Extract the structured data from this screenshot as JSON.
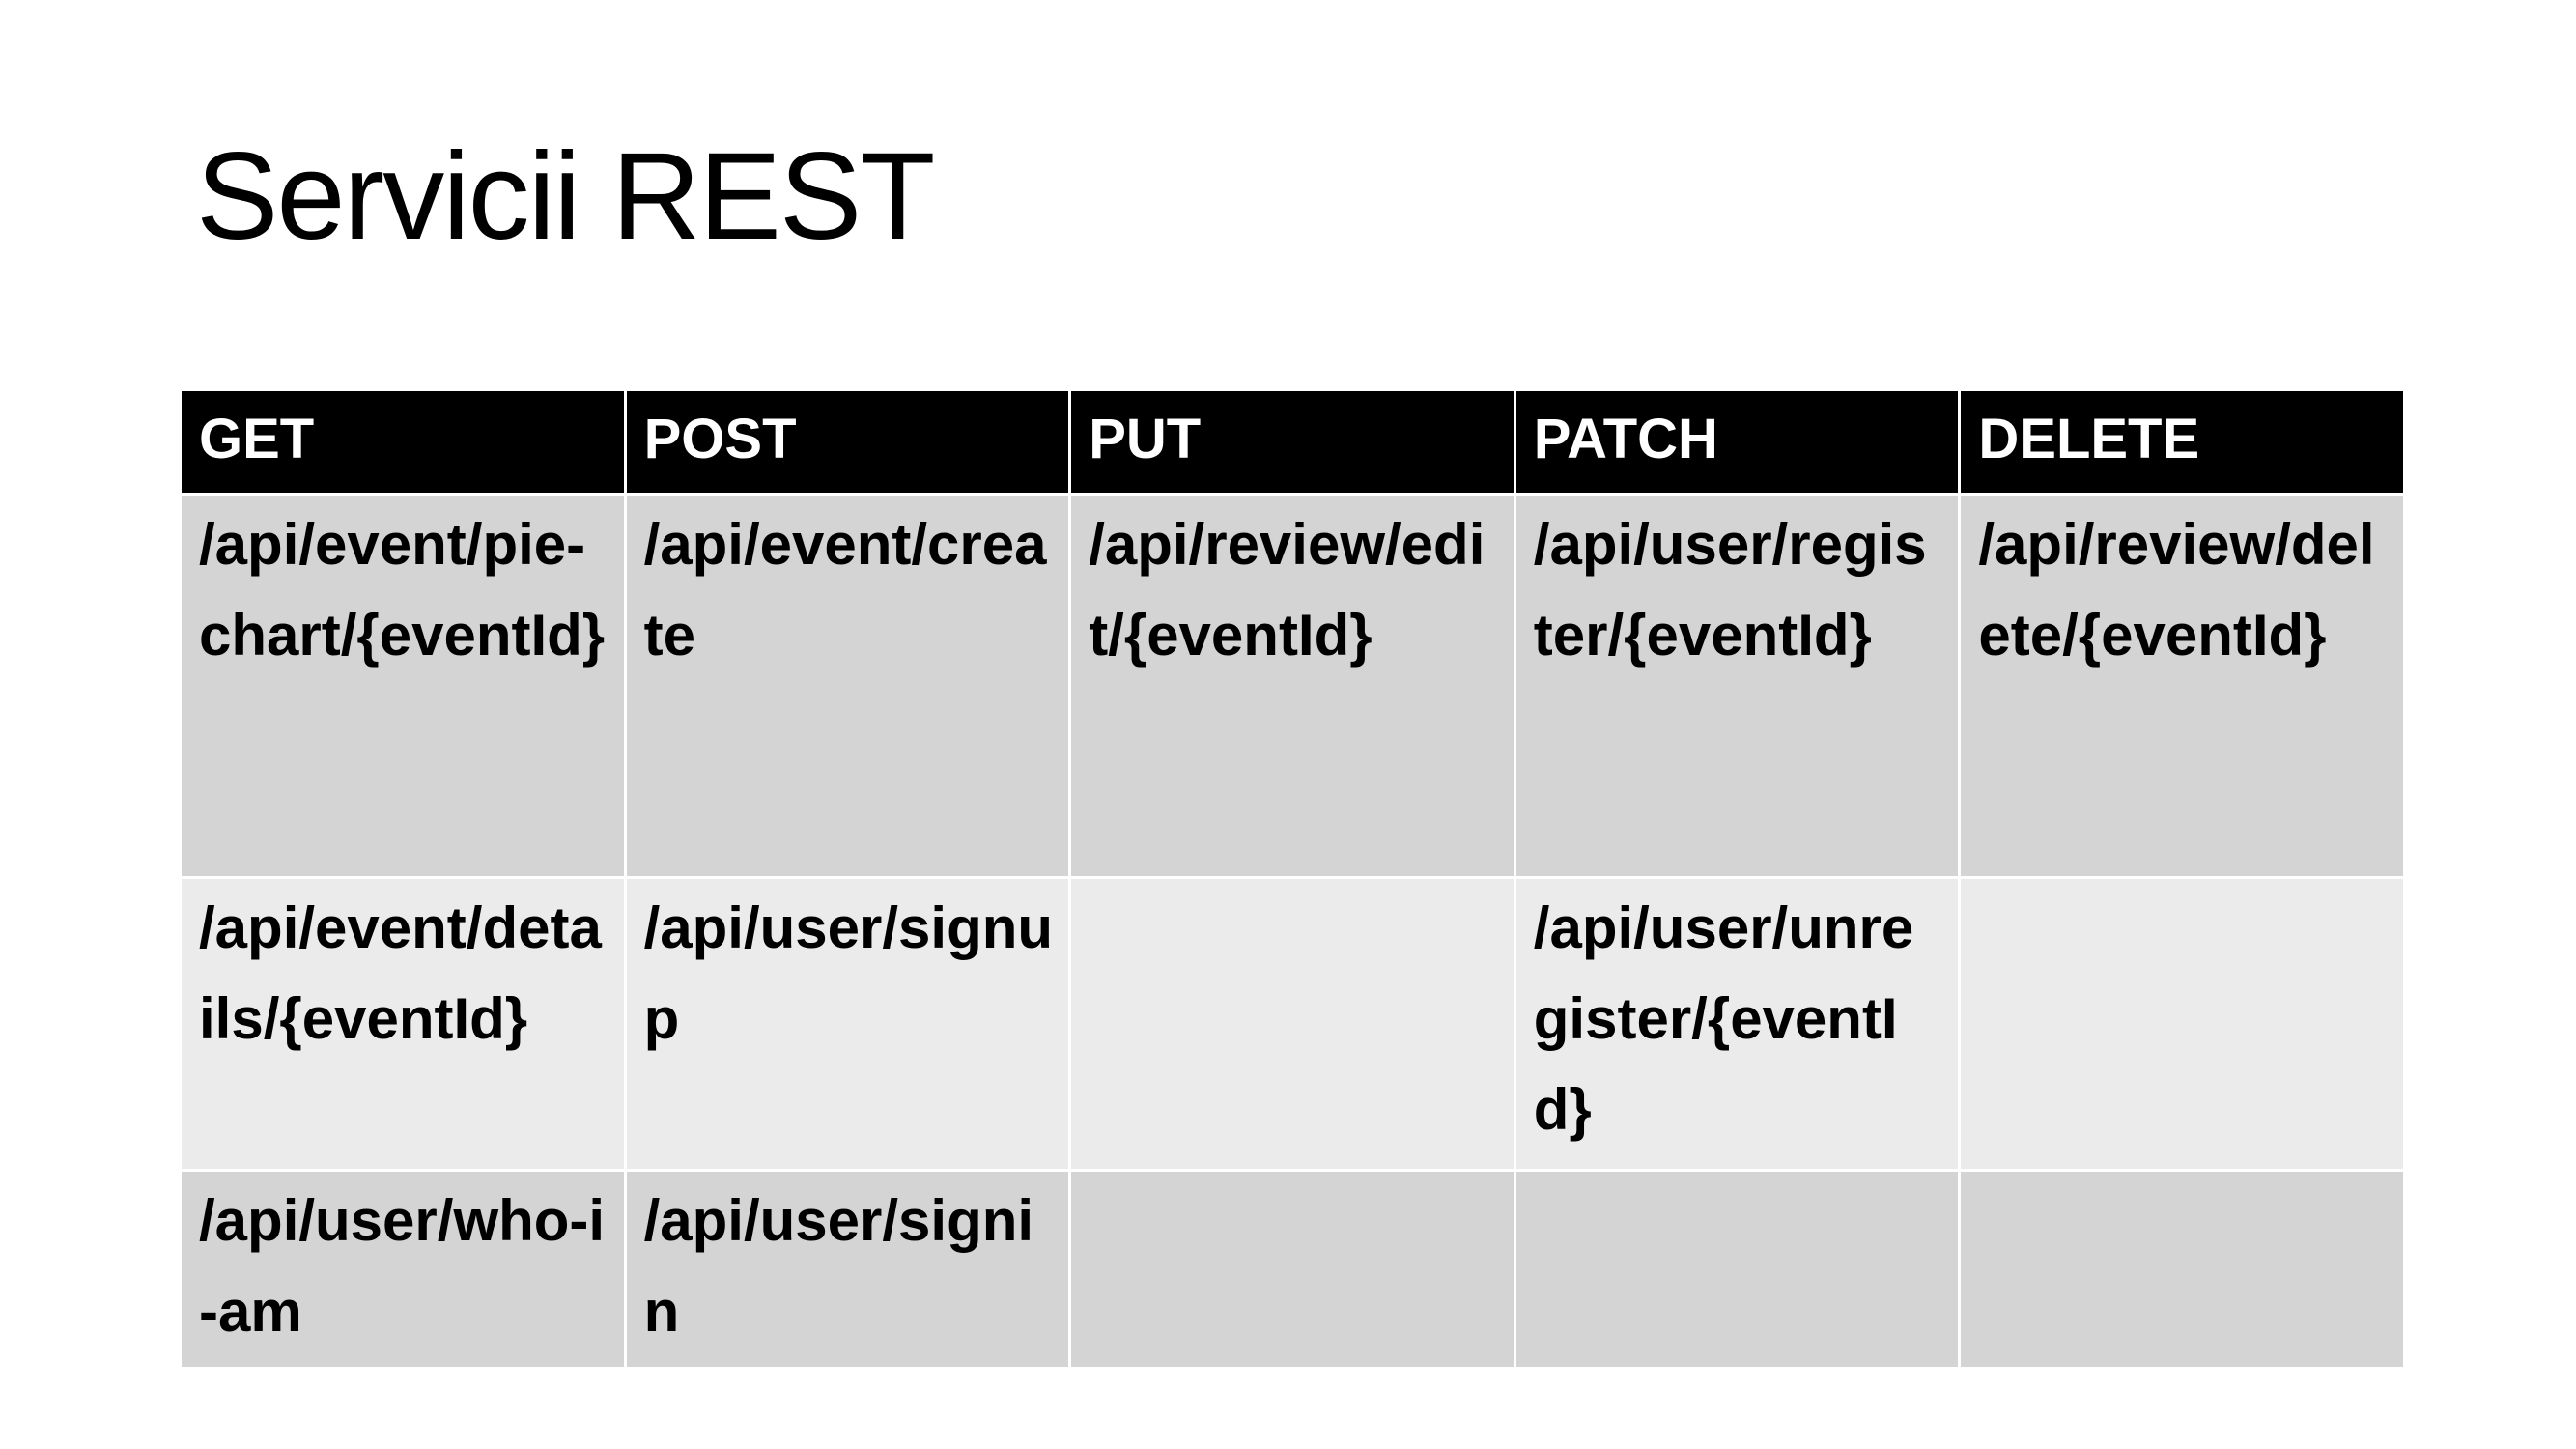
{
  "slide": {
    "title": "Servicii REST"
  },
  "table": {
    "headers": [
      "GET",
      "POST",
      "PUT",
      "PATCH",
      "DELETE"
    ],
    "rows": [
      [
        "/api/event/pie-chart/{eventId}",
        "/api/event/create",
        "/api/review/edit/{eventId}",
        "/api/user/register/{eventId}",
        "/api/review/delete/{eventId}"
      ],
      [
        "/api/event/details/{eventId}",
        "/api/user/signup",
        "",
        "/api/user/unregister/{eventId}",
        ""
      ],
      [
        "/api/user/who-i-am",
        "/api/user/signin",
        "",
        "",
        ""
      ]
    ]
  },
  "colors": {
    "header_background": "#000000",
    "header_text": "#ffffff",
    "row_dark": "#d4d4d4",
    "row_light": "#ebebeb"
  }
}
